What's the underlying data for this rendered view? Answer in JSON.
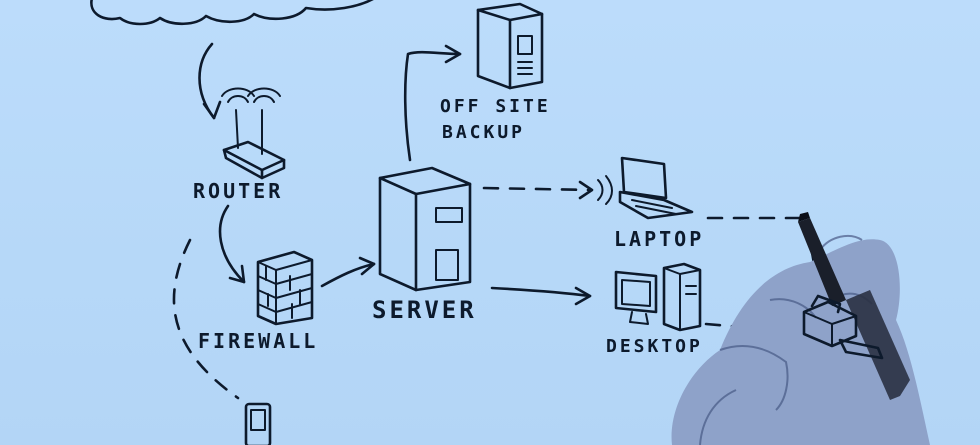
{
  "diagram": {
    "labels": {
      "router": "ROUTER",
      "firewall": "FIREWALL",
      "server": "SERVER",
      "offsite_line1": "OFF SITE",
      "offsite_line2": "BACKUP",
      "laptop": "LAPTOP",
      "desktop": "DESKTOP"
    },
    "colors": {
      "background": "#b9daf9",
      "ink": "#0d1a2c",
      "hand": "#8ea2c9",
      "marker": "#1a1f2a"
    },
    "icons": {
      "cloud": "cloud-icon",
      "router": "router-icon",
      "firewall": "firewall-icon",
      "server": "server-tower-icon",
      "offsite": "server-tower-icon",
      "laptop": "laptop-icon",
      "desktop": "desktop-computer-icon",
      "printer": "printer-icon",
      "phone": "mobile-phone-icon"
    }
  }
}
